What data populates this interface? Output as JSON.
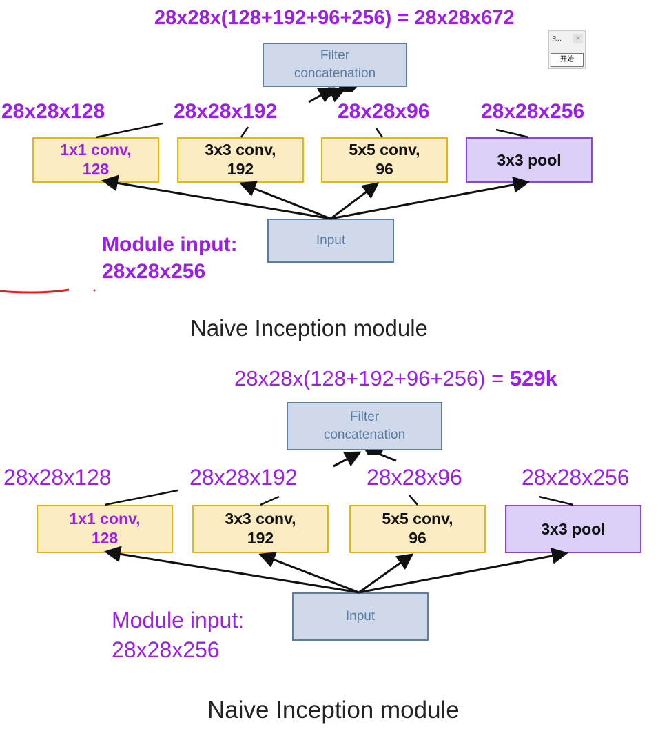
{
  "top": {
    "formula": "28x28x(128+192+96+256) = 28x28x672",
    "concat": {
      "line1": "Filter",
      "line2": "concatenation"
    },
    "dims": [
      "28x28x128",
      "28x28x192",
      "28x28x96",
      "28x28x256"
    ],
    "branches": [
      {
        "line1": "1x1 conv,",
        "line2": "128"
      },
      {
        "line1": "3x3 conv,",
        "line2": "192"
      },
      {
        "line1": "5x5 conv,",
        "line2": "96"
      },
      {
        "line1": "3x3 pool"
      }
    ],
    "input_label": "Input",
    "module_input": {
      "line1": "Module input:",
      "line2": "28x28x256"
    },
    "title": "Naive Inception module"
  },
  "bottom": {
    "formula_prefix": "28x28x(128+192+96+256) = ",
    "formula_result": "529k",
    "concat": {
      "line1": "Filter",
      "line2": "concatenation"
    },
    "dims": [
      "28x28x128",
      "28x28x192",
      "28x28x96",
      "28x28x256"
    ],
    "branches": [
      {
        "line1": "1x1 conv,",
        "line2": "128"
      },
      {
        "line1": "3x3 conv,",
        "line2": "192"
      },
      {
        "line1": "5x5 conv,",
        "line2": "96"
      },
      {
        "line1": "3x3 pool"
      }
    ],
    "input_label": "Input",
    "module_input": {
      "line1": "Module input:",
      "line2": "28x28x256"
    },
    "title": "Naive Inception module"
  },
  "popup": {
    "title": "P...",
    "close": "×",
    "button": "开始"
  },
  "colors": {
    "annotation": "#9b1fe8",
    "conv_fill": "#fbecc2",
    "conv_border": "#e6b50e",
    "pool_fill": "#dccff8",
    "pool_border": "#8a45e8",
    "node_fill": "#cfd9ea",
    "node_border": "#5b7ea3",
    "pen_mark": "#e02020"
  }
}
